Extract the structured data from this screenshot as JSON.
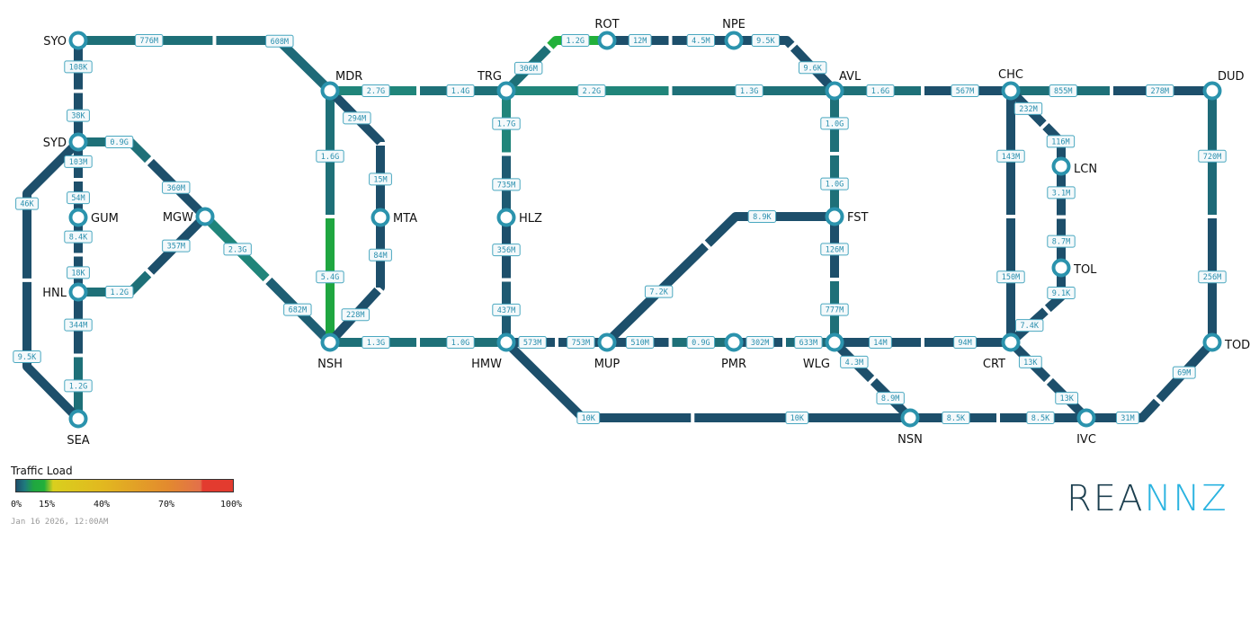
{
  "colors": {
    "node_stroke": "#2b93ad",
    "label_border": "#4aa8c0"
  },
  "nodes": [
    "SYO",
    "SYD",
    "GUM",
    "HNL",
    "SEA",
    "MGW",
    "MDR",
    "NSH",
    "MTA",
    "TRG",
    "HLZ",
    "HMW",
    "ROT",
    "NPE",
    "AVL",
    "FST",
    "WLG",
    "MUP",
    "PMR",
    "CHC",
    "CRT",
    "LCN",
    "TOL",
    "DUD",
    "TOD",
    "NSN",
    "IVC"
  ],
  "links": [
    {
      "from": "SYO",
      "to": "MDR",
      "a": "776M",
      "b": "608M",
      "ca": "#1e7078",
      "cb": "#1e6a78"
    },
    {
      "from": "SYO",
      "to": "SYD",
      "a": "108K",
      "b": "38K",
      "ca": "#1d4f6b",
      "cb": "#1d4f6b"
    },
    {
      "from": "SYD",
      "to": "GUM",
      "a": "103M",
      "b": "54M",
      "ca": "#1d4f6b",
      "cb": "#1d4f6b"
    },
    {
      "from": "GUM",
      "to": "HNL",
      "a": "8.4K",
      "b": "18K",
      "ca": "#1d4f6b",
      "cb": "#1d4f6b"
    },
    {
      "from": "HNL",
      "to": "SEA",
      "a": "344M",
      "b": "1.2G",
      "ca": "#1d4f6b",
      "cb": "#1e7078"
    },
    {
      "from": "SYD",
      "to": "SEA",
      "a": "46K",
      "b": "9.5K",
      "ca": "#1d4f6b",
      "cb": "#1d4f6b"
    },
    {
      "from": "SYD",
      "to": "MGW",
      "a": "0.9G",
      "b": "360M",
      "ca": "#1e7078",
      "cb": "#1d4f6b"
    },
    {
      "from": "HNL",
      "to": "MGW",
      "a": "1.2G",
      "b": "357M",
      "ca": "#1e7078",
      "cb": "#1d4f6b"
    },
    {
      "from": "MGW",
      "to": "NSH",
      "a": "2.3G",
      "b": "682M",
      "ca": "#20857a",
      "cb": "#1e5f74"
    },
    {
      "from": "MDR",
      "to": "NSH",
      "a": "1.6G",
      "b": "5.4G",
      "ca": "#1e7078",
      "cb": "#1fa640"
    },
    {
      "from": "MDR",
      "to": "MTA",
      "a": "294M",
      "b": "15M",
      "ca": "#1d4f6b",
      "cb": "#1d4f6b"
    },
    {
      "from": "MTA",
      "to": "NSH",
      "a": "84M",
      "b": "228M",
      "ca": "#1d4f6b",
      "cb": "#1d4f6b"
    },
    {
      "from": "MDR",
      "to": "TRG",
      "a": "2.7G",
      "b": "1.4G",
      "ca": "#20857a",
      "cb": "#1e7078"
    },
    {
      "from": "NSH",
      "to": "HMW",
      "a": "1.3G",
      "b": "1.0G",
      "ca": "#1e7078",
      "cb": "#1e7078"
    },
    {
      "from": "TRG",
      "to": "HLZ",
      "a": "1.7G",
      "b": "735M",
      "ca": "#20857a",
      "cb": "#1e5a72"
    },
    {
      "from": "HLZ",
      "to": "HMW",
      "a": "356M",
      "b": "437M",
      "ca": "#1d4f6b",
      "cb": "#1e5a72"
    },
    {
      "from": "TRG",
      "to": "ROT",
      "a": "306M",
      "b": "1.2G",
      "ca": "#1e7078",
      "cb": "#22b03a"
    },
    {
      "from": "ROT",
      "to": "NPE",
      "a": "12M",
      "b": "4.5M",
      "ca": "#1d4f6b",
      "cb": "#1d4f6b"
    },
    {
      "from": "NPE",
      "to": "AVL",
      "a": "9.5K",
      "b": "9.6K",
      "ca": "#1d4f6b",
      "cb": "#1d4f6b"
    },
    {
      "from": "TRG",
      "to": "AVL",
      "a": "2.2G",
      "b": "1.3G",
      "ca": "#20857a",
      "cb": "#1e7078"
    },
    {
      "from": "HMW",
      "to": "MUP",
      "a": "573M",
      "b": "753M",
      "ca": "#1d4f6b",
      "cb": "#1d4f6b"
    },
    {
      "from": "MUP",
      "to": "FST",
      "a": "7.2K",
      "b": "8.9K",
      "ca": "#1d4f6b",
      "cb": "#1d4f6b"
    },
    {
      "from": "MUP",
      "to": "PMR",
      "a": "510M",
      "b": "0.9G",
      "ca": "#1d4f6b",
      "cb": "#1e7078"
    },
    {
      "from": "PMR",
      "to": "WLG",
      "a": "302M",
      "b": "633M",
      "ca": "#1d4f6b",
      "cb": "#1e6a78"
    },
    {
      "from": "AVL",
      "to": "FST",
      "a": "1.0G",
      "b": "1.0G",
      "ca": "#1e7078",
      "cb": "#1e7078"
    },
    {
      "from": "FST",
      "to": "WLG",
      "a": "126M",
      "b": "777M",
      "ca": "#1d4f6b",
      "cb": "#1e7078"
    },
    {
      "from": "AVL",
      "to": "CHC",
      "a": "1.6G",
      "b": "567M",
      "ca": "#1e7078",
      "cb": "#1d4f6b"
    },
    {
      "from": "CHC",
      "to": "DUD",
      "a": "855M",
      "b": "278M",
      "ca": "#1e7078",
      "cb": "#1d4f6b"
    },
    {
      "from": "CHC",
      "to": "CRT",
      "a": "143M",
      "b": "150M",
      "ca": "#1d4f6b",
      "cb": "#1d4f6b"
    },
    {
      "from": "CHC",
      "to": "LCN",
      "a": "232M",
      "b": "116M",
      "ca": "#1d4f6b",
      "cb": "#1d4f6b"
    },
    {
      "from": "LCN",
      "to": "TOL",
      "a": "3.1M",
      "b": "8.7M",
      "ca": "#1d4f6b",
      "cb": "#1d4f6b"
    },
    {
      "from": "TOL",
      "to": "CRT",
      "a": "9.1K",
      "b": "7.4K",
      "ca": "#1d4f6b",
      "cb": "#1d4f6b"
    },
    {
      "from": "WLG",
      "to": "CRT",
      "a": "14M",
      "b": "94M",
      "ca": "#1d4f6b",
      "cb": "#1d4f6b"
    },
    {
      "from": "DUD",
      "to": "TOD",
      "a": "720M",
      "b": "256M",
      "ca": "#1e6a78",
      "cb": "#1d4f6b"
    },
    {
      "from": "HMW",
      "to": "NSN",
      "a": "10K",
      "b": "10K",
      "ca": "#1d4f6b",
      "cb": "#1d4f6b"
    },
    {
      "from": "WLG",
      "to": "NSN",
      "a": "4.3M",
      "b": "8.9M",
      "ca": "#1d4f6b",
      "cb": "#1d4f6b"
    },
    {
      "from": "NSN",
      "to": "IVC",
      "a": "8.5K",
      "b": "8.5K",
      "ca": "#1d4f6b",
      "cb": "#1d4f6b"
    },
    {
      "from": "CRT",
      "to": "IVC",
      "a": "13K",
      "b": "13K",
      "ca": "#1d4f6b",
      "cb": "#1d4f6b"
    },
    {
      "from": "IVC",
      "to": "TOD",
      "a": "31M",
      "b": "69M",
      "ca": "#1d4f6b",
      "cb": "#1d4f6b"
    }
  ],
  "legend": {
    "title": "Traffic Load",
    "ticks": [
      "0%",
      "15%",
      "40%",
      "70%",
      "100%"
    ],
    "timestamp": "Jan 16 2026, 12:00AM"
  },
  "logo": {
    "part1": "REA",
    "part2": "NNZ"
  }
}
